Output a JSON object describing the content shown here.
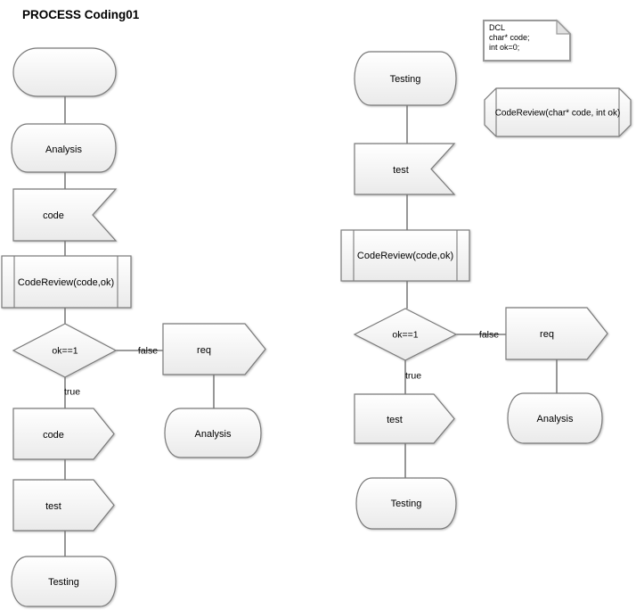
{
  "title": "PROCESS Coding01",
  "colors": {
    "shape_stroke": "#7a7a7a",
    "connector_stroke": "#5f5f5f",
    "fill_top": "#ffffff",
    "fill_bottom": "#eaeaea"
  },
  "declarations": {
    "dcl_note": {
      "line1": "DCL",
      "line2": "char* code;",
      "line3": "int ok=0;"
    },
    "procedure": "CodeReview(char* code, int ok)"
  },
  "left_flow": {
    "state_analysis": "Analysis",
    "receive_code": "code",
    "procedure_call": "CodeReview(code,ok)",
    "decision": "ok==1",
    "label_true": "true",
    "label_false": "false",
    "send_code": "code",
    "send_test": "test",
    "state_testing": "Testing",
    "send_req": "req",
    "state_analysis_false": "Analysis"
  },
  "right_flow": {
    "state_testing_top": "Testing",
    "receive_test": "test",
    "procedure_call": "CodeReview(code,ok)",
    "decision": "ok==1",
    "label_true": "true",
    "label_false": "false",
    "send_test": "test",
    "state_testing_bottom": "Testing",
    "send_req": "req",
    "state_analysis_false": "Analysis"
  }
}
